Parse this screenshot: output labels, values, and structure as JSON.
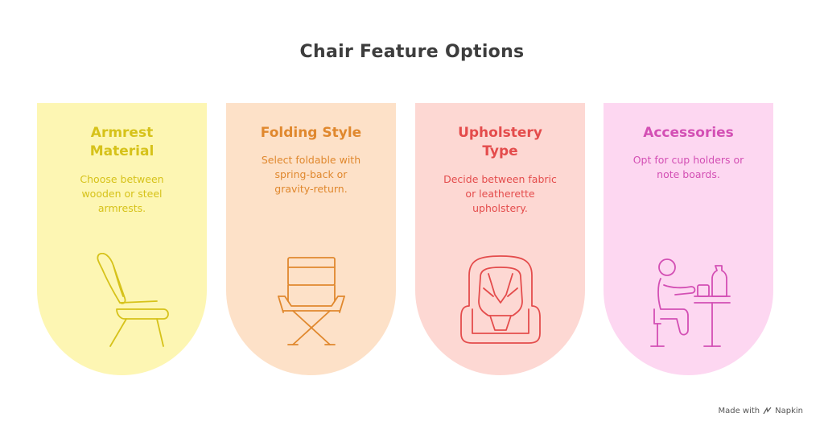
{
  "title": "Chair Feature Options",
  "cards": [
    {
      "title_line1": "Armrest",
      "title_line2": "Material",
      "desc": [
        "Choose between",
        "wooden or steel",
        "armrests."
      ],
      "icon": "armchair-icon",
      "color": "#d6c21a",
      "bg": "#fdf6b3"
    },
    {
      "title_line1": "Folding Style",
      "title_line2": "",
      "desc": [
        "Select foldable with",
        "spring-back or",
        "gravity-return."
      ],
      "icon": "director-chair-icon",
      "color": "#e0882e",
      "bg": "#fde1c8"
    },
    {
      "title_line1": "Upholstery",
      "title_line2": "Type",
      "desc": [
        "Decide between fabric",
        "or leatherette",
        "upholstery."
      ],
      "icon": "padded-seat-icon",
      "color": "#e44c4c",
      "bg": "#fdd8d3"
    },
    {
      "title_line1": "Accessories",
      "title_line2": "",
      "desc": [
        "Opt for cup holders or",
        "note boards."
      ],
      "icon": "person-at-table-icon",
      "color": "#d34fb4",
      "bg": "#fdd7f1"
    }
  ],
  "brand": {
    "prefix": "Made with",
    "name": "Napkin"
  }
}
